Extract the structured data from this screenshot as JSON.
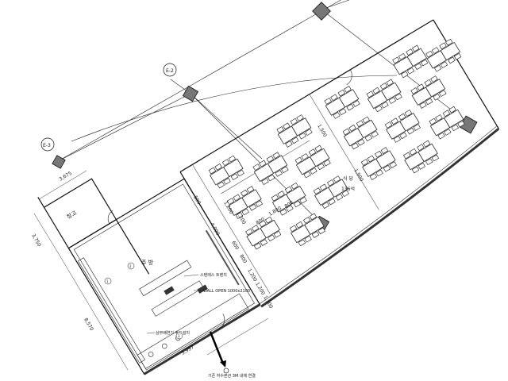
{
  "rooms": {
    "storage": "창고",
    "kitchen": "주 방",
    "dining": "식 당",
    "dining_seats": "136석"
  },
  "annotations": {
    "trench": "스텐레스 트렌치",
    "wall_open": "WALL OPEN 1000x2100",
    "hood": "상부배연기 후드설치",
    "sewer": "기존 하수본관 3M 내에 연결"
  },
  "dimensions": {
    "storage_width": "3,675",
    "storage_depth": "3,750",
    "kitchen_length": "8,570",
    "bottom_width": "5,997",
    "kitchen_depth": "4,000",
    "offset_top": "500",
    "table_1": "1,200",
    "table_2": "1,200",
    "gap_1": "800",
    "aisle_1": "1,800",
    "gap_2": "800",
    "aisle_top": "1,500",
    "aisle_mid": "1,500",
    "d_600": "600",
    "d_800": "800",
    "d_1200": "1,200",
    "d_1100": "1,100",
    "d_1200b": "1,200"
  },
  "callouts": {
    "grid_e3": "E-3",
    "grid_top": "E-2",
    "item_a": "1",
    "item_b": "2",
    "item_c": "3"
  }
}
